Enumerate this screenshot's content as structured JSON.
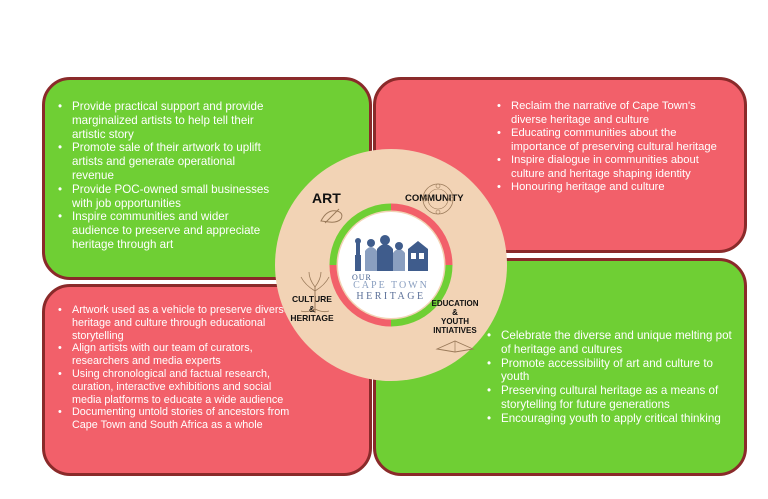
{
  "quadrants": {
    "art": {
      "label": "ART",
      "items": [
        "Provide practical support and provide marginalized artists to help tell their artistic story",
        "Promote sale of their artwork to uplift artists and generate operational revenue",
        "Provide POC-owned small businesses with job opportunities",
        "Inspire communities and wider audience to preserve and appreciate heritage through art"
      ]
    },
    "community": {
      "label": "COMMUNITY",
      "items": [
        "Reclaim the narrative of Cape Town's diverse heritage and culture",
        "Educating communities about the importance of preserving cultural heritage",
        "Inspire dialogue in communities about culture and heritage shaping identity",
        "Honouring heritage and culture"
      ]
    },
    "culture_heritage": {
      "label_line1": "CULTURE",
      "label_line2": "&",
      "label_line3": "HERITAGE",
      "items": [
        "Artwork used as a vehicle to preserve diverse heritage and culture through educational storytelling",
        "Align artists with our team of curators, researchers and media experts",
        "Using chronological and factual research, curation, interactive exhibitions and social media platforms to educate a wide audience",
        "Documenting untold stories of ancestors from Cape Town and South Africa as a whole"
      ]
    },
    "education": {
      "label_line1": "EDUCATION",
      "label_line2": "&",
      "label_line3": "YOUTH",
      "label_line4": "INTIATIVES",
      "items": [
        "Celebrate the diverse and unique melting pot of heritage and cultures",
        "Promote accessibility of art and culture to youth",
        "Preserving cultural heritage as a means of storytelling for future generations",
        "Encouraging youth to apply critical thinking"
      ]
    }
  },
  "logo": {
    "our": "OUR",
    "city": "CAPE TOWN",
    "heritage": "HERITAGE"
  },
  "colors": {
    "green": "#6fcf34",
    "red": "#f2606a",
    "ring": "#f2d3b5",
    "border": "#8a2a2a"
  }
}
